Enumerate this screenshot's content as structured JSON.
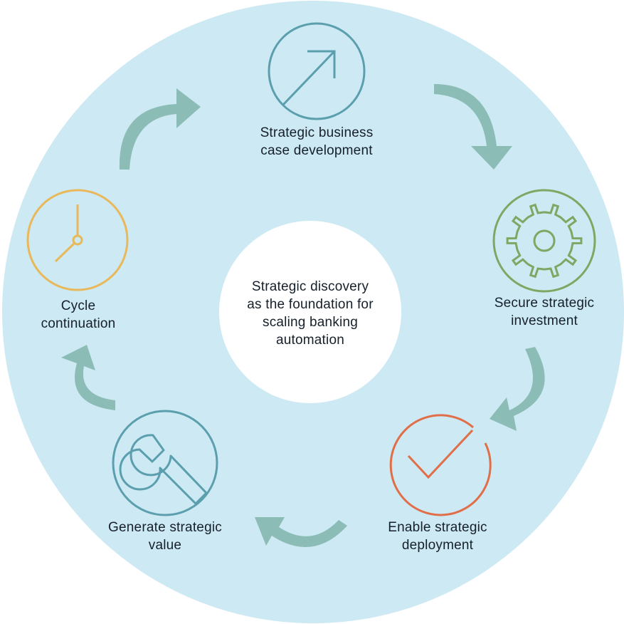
{
  "center": {
    "text": "Strategic discovery\nas the foundation for\nscaling banking\nautomation"
  },
  "steps": [
    {
      "label": "Strategic business\ncase development",
      "icon": "arrow-up-right-icon",
      "color": "#5b9fae"
    },
    {
      "label": "Secure strategic\ninvestment",
      "icon": "gear-icon",
      "color": "#7fa763"
    },
    {
      "label": "Enable strategic\ndeployment",
      "icon": "checkmark-icon",
      "color": "#e06e48"
    },
    {
      "label": "Generate strategic\nvalue",
      "icon": "wrench-icon",
      "color": "#5b9fae"
    },
    {
      "label": "Cycle\ncontinuation",
      "icon": "clock-icon",
      "color": "#e8b85a"
    }
  ],
  "colors": {
    "background_circle": "#cde9f3",
    "center_circle": "#ffffff",
    "cycle_arrow": "#8bbcb6",
    "text": "#16202b"
  }
}
